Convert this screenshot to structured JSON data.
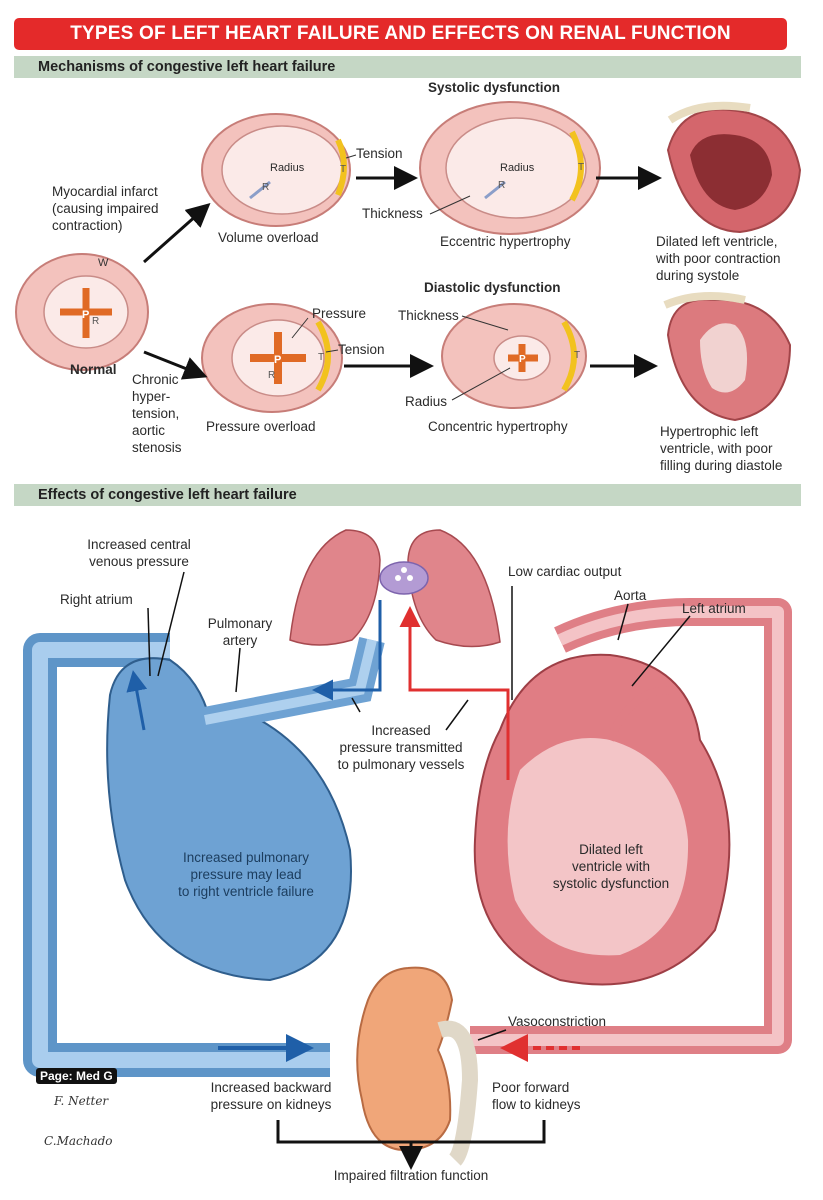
{
  "title": "TYPES OF LEFT HEART FAILURE AND EFFECTS ON RENAL FUNCTION",
  "sections": {
    "mechanisms": "Mechanisms of congestive left heart failure",
    "effects": "Effects of congestive left heart failure"
  },
  "mechanisms": {
    "systolic_heading": "Systolic dysfunction",
    "diastolic_heading": "Diastolic dysfunction",
    "normal_label": "Normal",
    "mi_cause_1": "Myocardial infarct",
    "mi_cause_2": "(causing impaired",
    "mi_cause_3": "contraction)",
    "htn_cause_1": "Chronic",
    "htn_cause_2": "hyper-",
    "htn_cause_3": "tension,",
    "htn_cause_4": "aortic",
    "htn_cause_5": "stenosis",
    "volume_overload": "Volume overload",
    "eccentric": "Eccentric hypertrophy",
    "pressure_overload": "Pressure overload",
    "concentric": "Concentric hypertrophy",
    "radius": "Radius",
    "tension": "Tension",
    "thickness": "Thickness",
    "pressure": "Pressure",
    "dilated_1": "Dilated left ventricle,",
    "dilated_2": "with poor contraction",
    "dilated_3": "during systole",
    "hypertrophic_1": "Hypertrophic left",
    "hypertrophic_2": "ventricle, with poor",
    "hypertrophic_3": "filling during diastole",
    "letter_w": "W",
    "letter_t": "T",
    "letter_p": "P",
    "letter_r": "R"
  },
  "effects": {
    "cvp_1": "Increased central",
    "cvp_2": "venous pressure",
    "right_atrium": "Right atrium",
    "pulm_artery_1": "Pulmonary",
    "pulm_artery_2": "artery",
    "low_output": "Low cardiac output",
    "aorta": "Aorta",
    "left_atrium": "Left atrium",
    "transmitted_1": "Increased",
    "transmitted_2": "pressure transmitted",
    "transmitted_3": "to pulmonary vessels",
    "rv_1": "Increased pulmonary",
    "rv_2": "pressure may lead",
    "rv_3": "to right ventricle failure",
    "lv_1": "Dilated left",
    "lv_2": "ventricle with",
    "lv_3": "systolic dysfunction",
    "vasoconstriction": "Vasoconstriction",
    "backward_1": "Increased backward",
    "backward_2": "pressure on kidneys",
    "forward_1": "Poor forward",
    "forward_2": "flow to kidneys",
    "impaired": "Impaired filtration function",
    "page_tag": "Page: Med G",
    "sig_1": "F. Netter",
    "sig_2": "C.Machado"
  },
  "colors": {
    "title_bg": "#e42a2a",
    "section_bg": "#c5d7c5",
    "venous_blue": "#6fa6d6",
    "arterial_red": "#e2828a",
    "myocardium": "#f0b9b4",
    "force_arrow": "#e06a25",
    "tension_arrow": "#f2c21e"
  }
}
